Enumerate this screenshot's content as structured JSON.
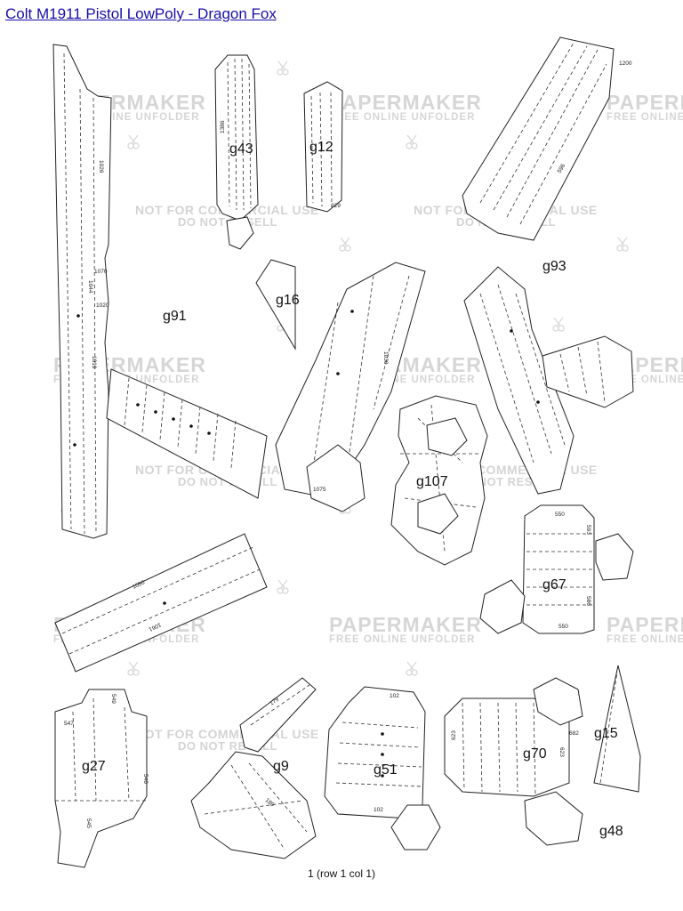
{
  "header": {
    "title": "Colt M1911 Pistol LowPoly - Dragon Fox"
  },
  "watermark": {
    "brand": "PAPERMAKER",
    "sub": "FREE ONLINE UNFOLDER",
    "line1": "NOT FOR COMMERCIAL USE",
    "line2": "DO NOT RESELL"
  },
  "parts": [
    "g91",
    "g43",
    "g12",
    "g16",
    "g93",
    "g107",
    "g67",
    "g27",
    "g9",
    "g51",
    "g70",
    "g15",
    "g48"
  ],
  "numbers": {
    "n1026": "1026",
    "n1044": "1044",
    "n1020": "1020",
    "n1070": "1070",
    "n1019": "1019",
    "n1386": "1386",
    "n229": "229",
    "n1030": "1030",
    "n1075": "1075",
    "n1050": "1050",
    "n1061": "1061",
    "n1200": "1200",
    "n596": "596",
    "n550a": "550",
    "n550b": "550",
    "n586": "586",
    "n593": "593",
    "n549": "549",
    "n547": "547",
    "n546": "546",
    "n545": "545",
    "n179": "179",
    "n189": "189",
    "n102a": "102",
    "n102b": "102",
    "n623a": "623",
    "n623b": "623",
    "n682": "682"
  },
  "footer": {
    "page_label": "1 (row 1 col 1)"
  }
}
